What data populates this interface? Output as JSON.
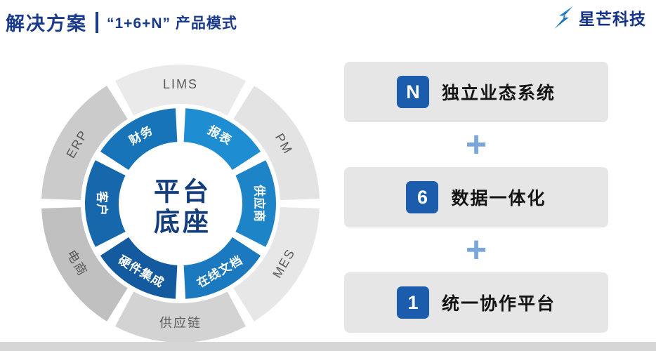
{
  "header": {
    "title": "解决方案",
    "subtitle": "“1+6+N” 产品模式",
    "brand_name": "星芒科技"
  },
  "donut": {
    "center_line1": "平台",
    "center_line2": "底座",
    "outer": [
      {
        "label": "LIMS",
        "angle": 0,
        "color": "#eaeaea"
      },
      {
        "label": "PM",
        "angle": 60,
        "color": "#e3e3e3"
      },
      {
        "label": "MES",
        "angle": 120,
        "color": "#e7e7e7"
      },
      {
        "label": "供应链",
        "angle": 180,
        "color": "#d3d3d3"
      },
      {
        "label": "电商",
        "angle": 240,
        "color": "#c0c0c0"
      },
      {
        "label": "ERP",
        "angle": 300,
        "color": "#cbcbcb"
      }
    ],
    "inner": [
      {
        "label": "报表",
        "angle": 30,
        "color": "#1f8dd1"
      },
      {
        "label": "供应商",
        "angle": 90,
        "color": "#1d84c8"
      },
      {
        "label": "在线文档",
        "angle": 150,
        "color": "#1b79bf"
      },
      {
        "label": "硬件集成",
        "angle": 210,
        "color": "#135a9e"
      },
      {
        "label": "客户",
        "angle": 270,
        "color": "#1667ac"
      },
      {
        "label": "财务",
        "angle": 330,
        "color": "#1774b9"
      }
    ]
  },
  "right_panel": {
    "plus": "+",
    "cards": [
      {
        "badge": "N",
        "label": "独立业态系统"
      },
      {
        "badge": "6",
        "label": "数据一体化"
      },
      {
        "badge": "1",
        "label": "统一协作平台"
      }
    ]
  },
  "colors": {
    "header_navy": "#1a3a8c",
    "badge_blue": "#1b5cad",
    "plus_blue": "#79a7db",
    "card_gray": "#e6e6e6",
    "center_text_navy": "#123c7c"
  }
}
